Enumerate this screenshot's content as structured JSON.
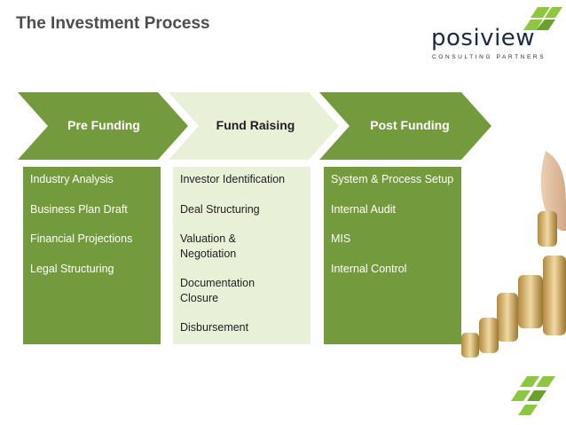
{
  "header": {
    "title": "The Investment Process"
  },
  "logo": {
    "word": "posiview",
    "subtitle": "CONSULTING PARTNERS"
  },
  "stages": [
    {
      "label": "Pre Funding",
      "items": [
        "Industry Analysis",
        "Business Plan Draft",
        "Financial Projections",
        "Legal Structuring"
      ]
    },
    {
      "label": "Fund Raising",
      "items": [
        "Investor Identification",
        "Deal Structuring",
        "Valuation & Negotiation",
        "Documentation Closure",
        "Disbursement"
      ]
    },
    {
      "label": "Post Funding",
      "items": [
        "System & Process Setup",
        "Internal Audit",
        "MIS",
        "Internal Control"
      ]
    }
  ],
  "colors": {
    "green": "#739a3c",
    "light_green": "#e8f0d8",
    "accent": "#8dc63f",
    "title": "#4d4d4d"
  }
}
